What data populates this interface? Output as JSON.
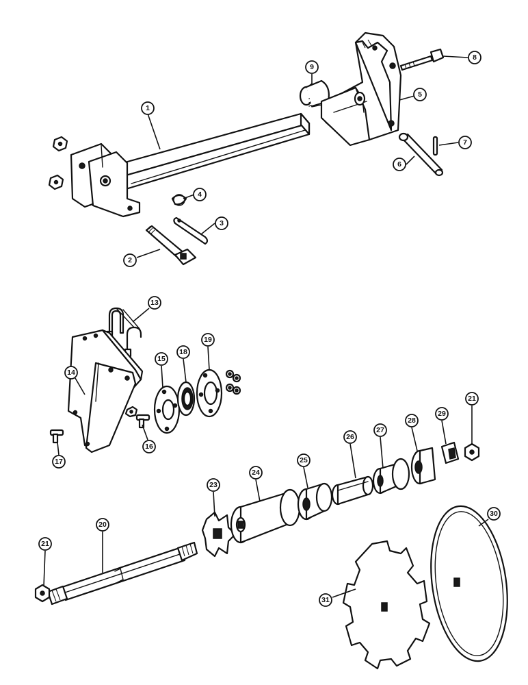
{
  "callouts": [
    "1",
    "2",
    "3",
    "4",
    "5",
    "6",
    "7",
    "8",
    "9",
    "13",
    "14",
    "15",
    "16",
    "17",
    "18",
    "19",
    "20",
    "21",
    "21",
    "23",
    "24",
    "25",
    "26",
    "27",
    "28",
    "29",
    "30",
    "31"
  ]
}
